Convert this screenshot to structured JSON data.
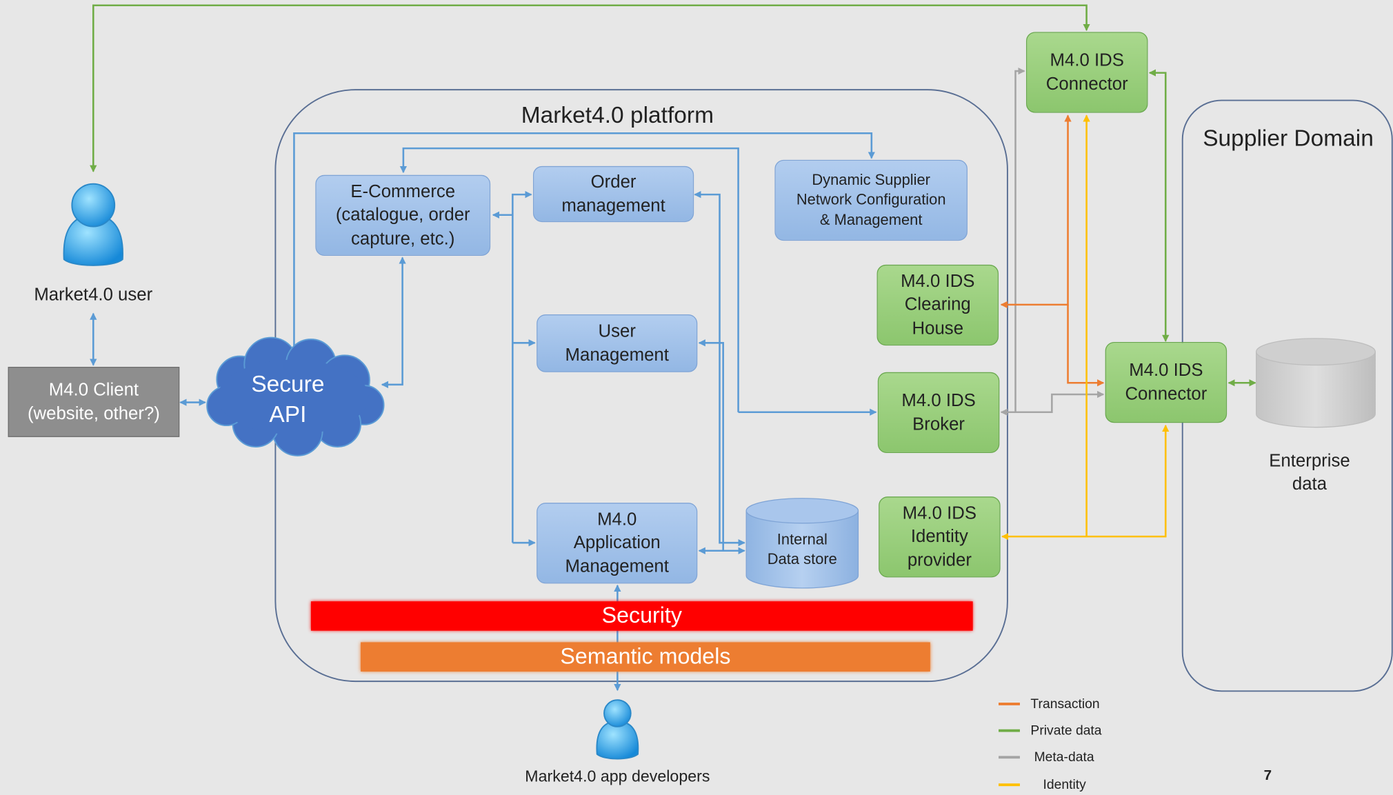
{
  "platform": {
    "title": "Market4.0 platform"
  },
  "supplier_domain": {
    "title": "Supplier Domain"
  },
  "actors": {
    "user": "Market4.0 user",
    "developers": "Market4.0 app developers"
  },
  "client_box": "M4.0 Client\n(website, other?)",
  "secure_api": "Secure\nAPI",
  "modules": {
    "ecommerce": "E-Commerce\n(catalogue, order\ncapture, etc.)",
    "order_management": "Order\nmanagement",
    "dynamic_supplier": "Dynamic Supplier\nNetwork Configuration\n& Management",
    "user_management": "User\nManagement",
    "app_management": "M4.0\nApplication\nManagement",
    "internal_store": "Internal\nData store"
  },
  "ids": {
    "connector_top": "M4.0 IDS\nConnector",
    "clearing_house": "M4.0 IDS\nClearing\nHouse",
    "broker": "M4.0 IDS\nBroker",
    "identity_provider": "M4.0 IDS\nIdentity\nprovider",
    "connector_supplier": "M4.0 IDS\nConnector"
  },
  "enterprise_data": "Enterprise\ndata",
  "layers": {
    "security": "Security",
    "semantic": "Semantic models"
  },
  "legend": [
    {
      "label": "Transaction",
      "color": "#ed7d31"
    },
    {
      "label": "Private data",
      "color": "#70ad47"
    },
    {
      "label": "Meta-data",
      "color": "#a5a5a5"
    },
    {
      "label": "Identity",
      "color": "#ffc000"
    }
  ],
  "page_number": "7"
}
